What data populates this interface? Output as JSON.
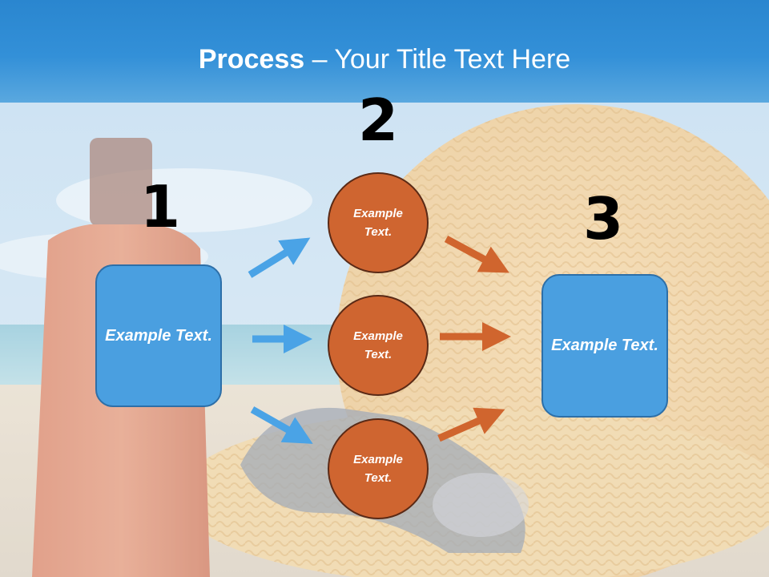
{
  "title": {
    "bold": "Process",
    "rest": " – Your Title Text Here"
  },
  "steps": {
    "one": "1",
    "two": "2",
    "three": "3"
  },
  "left_box": "Example Text.",
  "circles": [
    "Example Text.",
    "Example Text.",
    "Example Text."
  ],
  "right_box": "Example Text.",
  "colors": {
    "title_bar": "#3390d8",
    "box_fill": "#4a9fe0",
    "circle_fill": "#cf6530",
    "blue_arrow": "#4aa3e6",
    "orange_arrow": "#d0652e"
  }
}
